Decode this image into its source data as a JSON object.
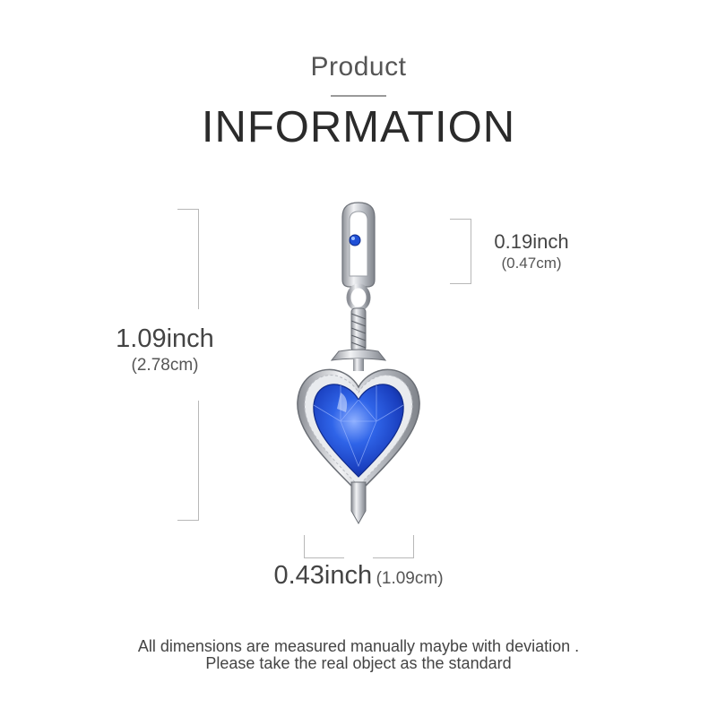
{
  "header": {
    "title_small": "Product",
    "title_big": "INFORMATION"
  },
  "dimensions": {
    "height": {
      "inch": "1.09inch",
      "cm": "(2.78cm)"
    },
    "bail": {
      "inch": "0.19inch",
      "cm": "(0.47cm)"
    },
    "width": {
      "inch": "0.43inch",
      "cm": "(1.09cm)"
    }
  },
  "disclaimer": {
    "line1": "All dimensions are measured manually maybe with deviation .",
    "line2": "Please take the real object as the standard"
  },
  "colors": {
    "gem_blue": "#1f4fd6",
    "silver": "#c9ccd2",
    "bracket": "#b8b8b8"
  },
  "product_image": {
    "icon": "heart-sword-charm-icon"
  }
}
